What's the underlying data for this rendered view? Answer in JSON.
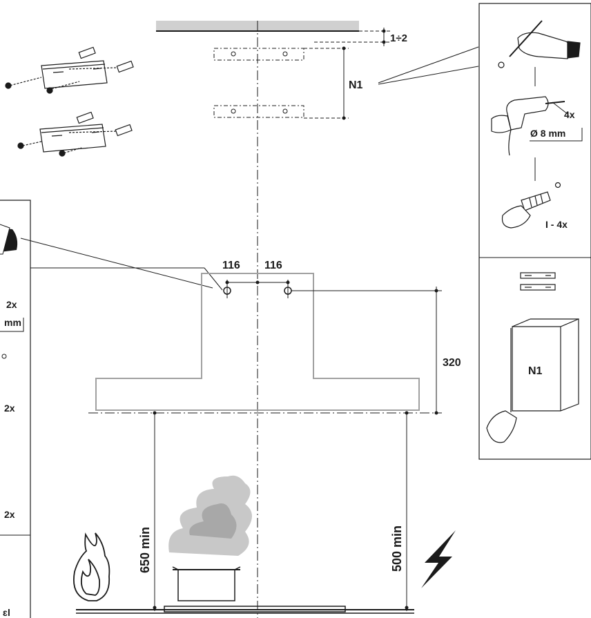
{
  "dimensions": {
    "gap_top": "1÷2",
    "n1_spacing": "N1",
    "hole_left_offset": "116",
    "hole_right_offset": "116",
    "hole_height": "320",
    "min_height_gas": "650 min",
    "min_height_electric": "500 min"
  },
  "right_panel": {
    "drill_qty": "4x",
    "drill_diameter": "Ø 8 mm",
    "plug_qty": "I - 4x",
    "chimney_label": "N1"
  },
  "left_panel": {
    "qty_a": "2x",
    "diameter_partial": "mm",
    "qty_b": "2x",
    "qty_c": "2x"
  },
  "icons": [
    "gas-flame-icon",
    "electric-bolt-icon",
    "steaming-pot-icon",
    "hand-pencil-icon",
    "hand-drill-icon",
    "wall-plug-icon",
    "chimney-cover-icon",
    "bracket-icon"
  ],
  "colors": {
    "line": "#1a1a1a",
    "hood_outline": "#a0a0a0",
    "ceiling": "#d0d0d0",
    "steam": "#c8c8c8"
  }
}
